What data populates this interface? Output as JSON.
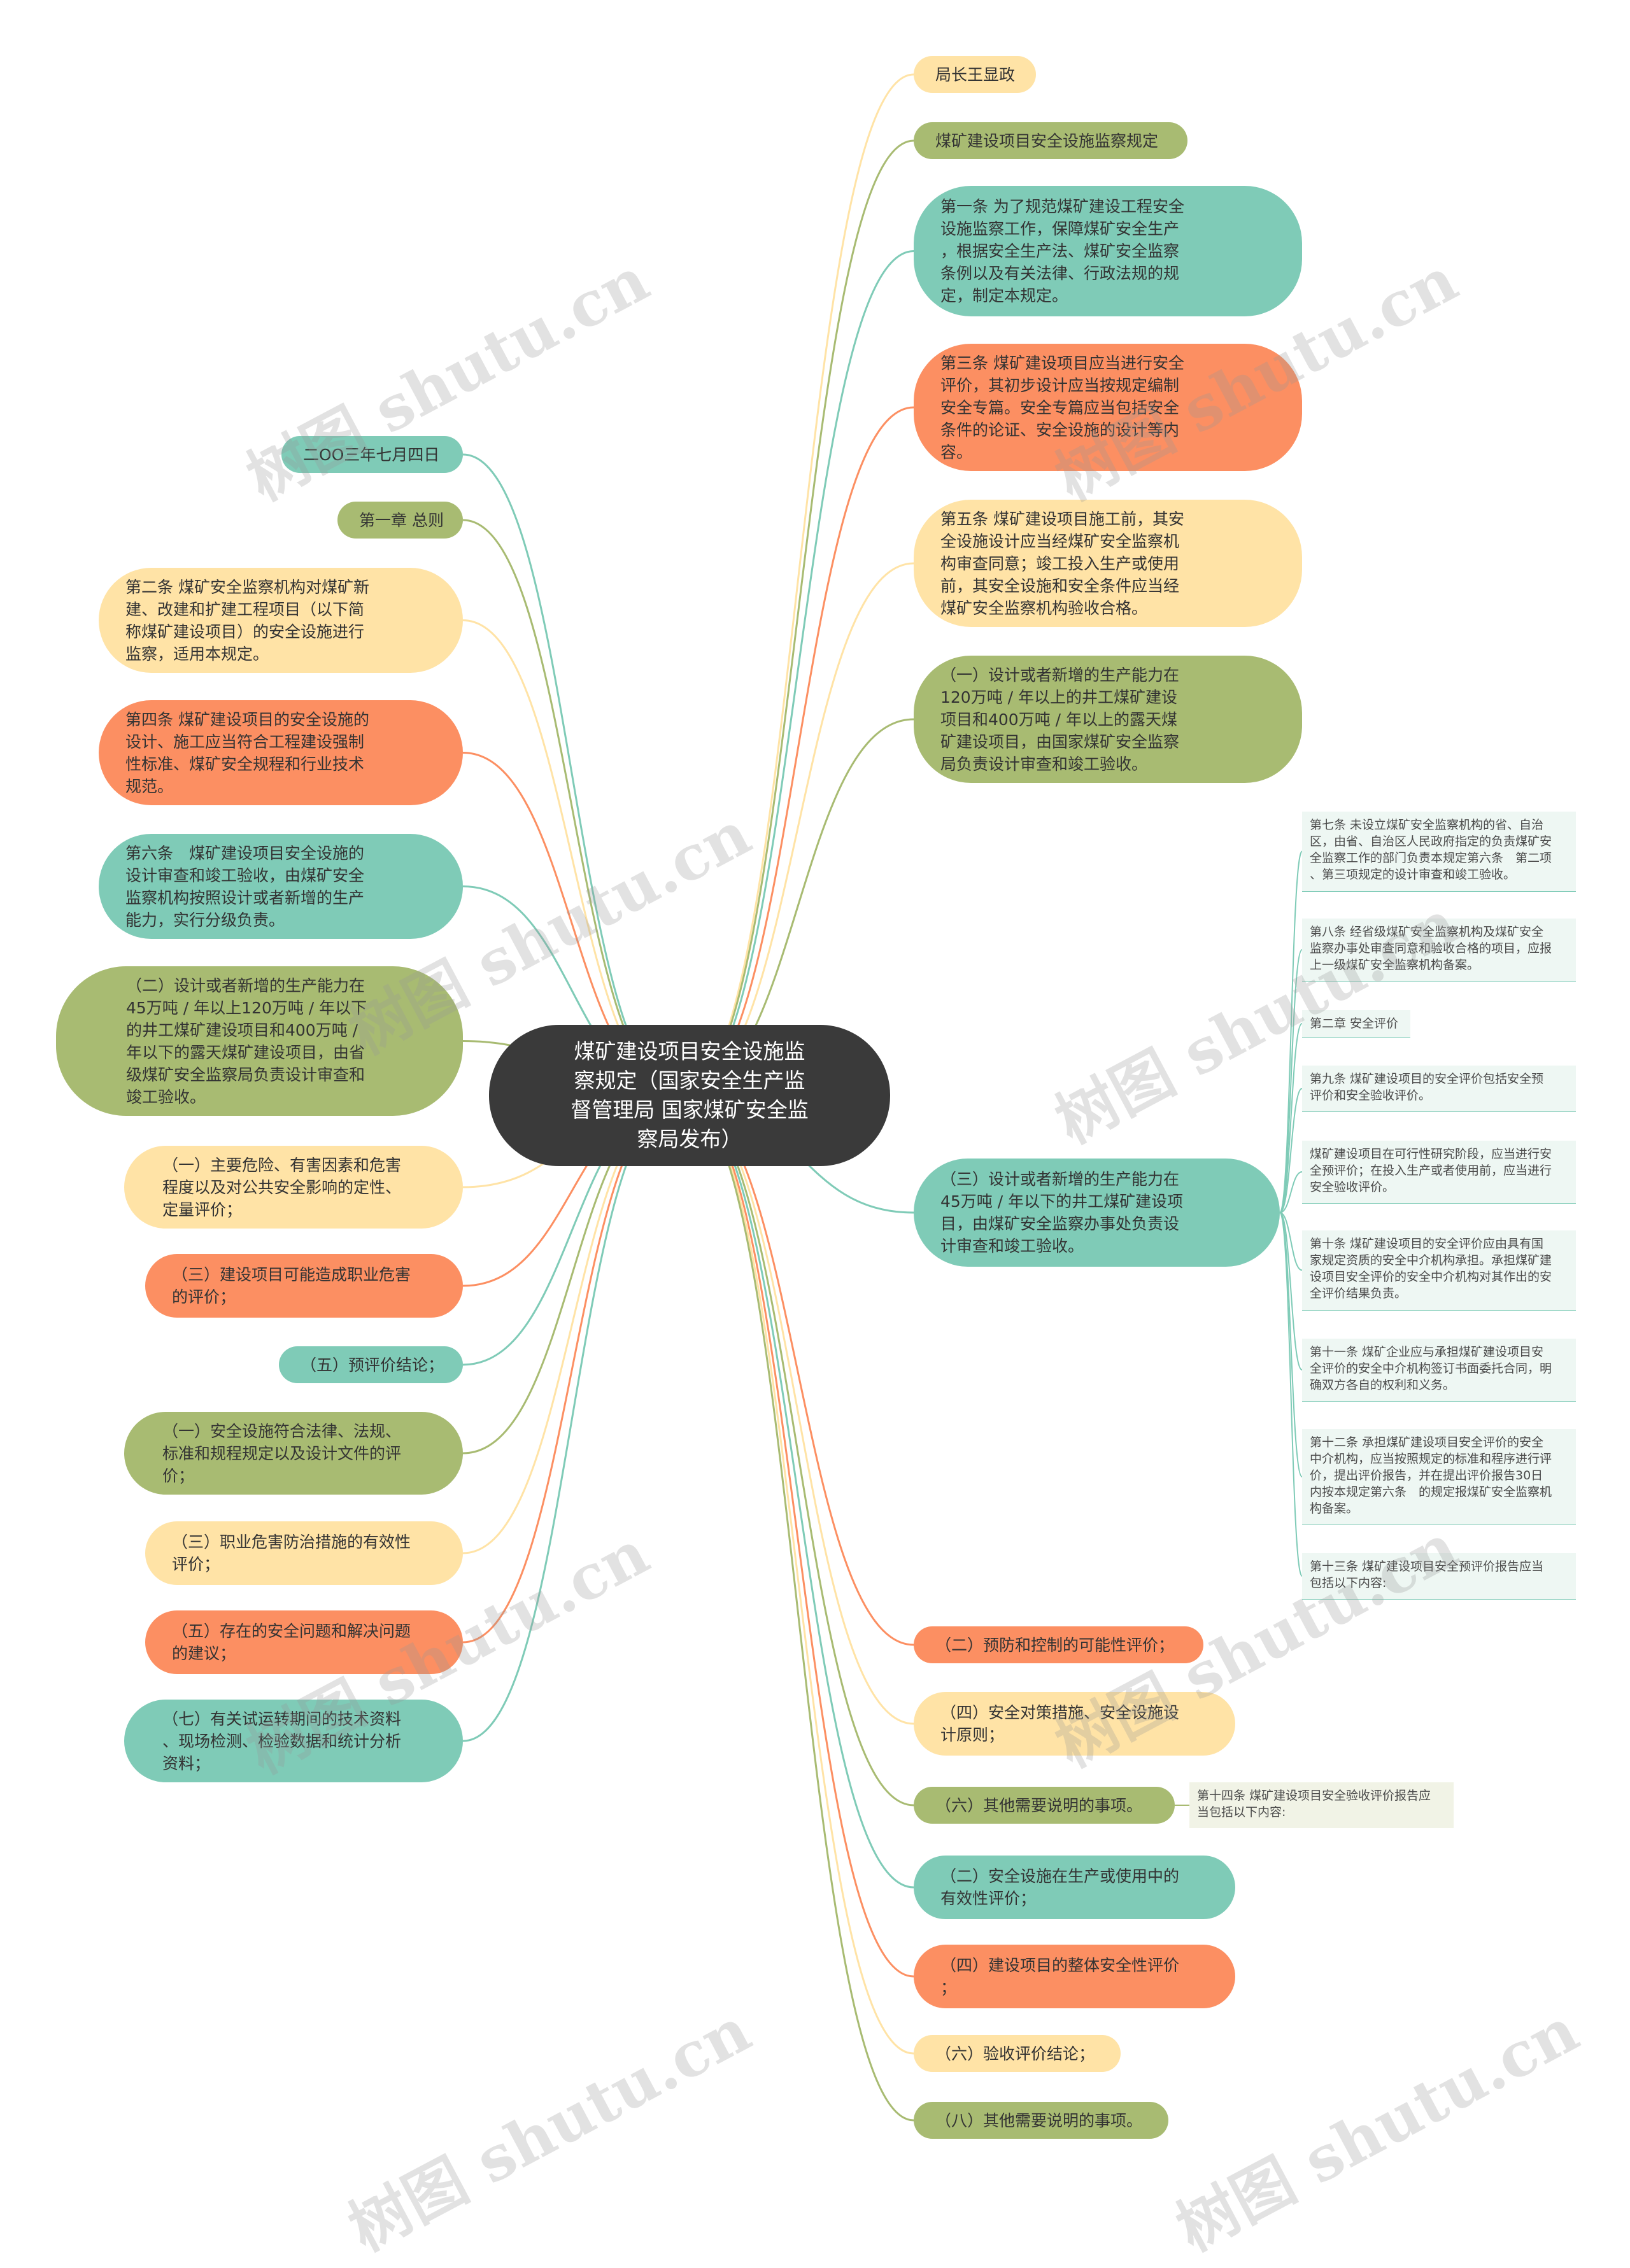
{
  "root": {
    "label": "煤矿建设项目安全设施监\n察规定（国家安全生产监\n督管理局 国家煤矿安全监\n察局发布）"
  },
  "watermark": "树图 shutu.cn",
  "colors": {
    "teal": "#7fcbb7",
    "olive": "#a8bb72",
    "peach": "#ffe3a6",
    "orange": "#fc8f62",
    "root": "#3a3a3a"
  },
  "right_nodes": [
    {
      "label": "局长王显政"
    },
    {
      "label": "煤矿建设项目安全设施监察规定"
    },
    {
      "label": "第一条 为了规范煤矿建设工程安全\n设施监察工作，保障煤矿安全生产\n，根据安全生产法、煤矿安全监察\n条例以及有关法律、行政法规的规\n定，制定本规定。"
    },
    {
      "label": "第三条 煤矿建设项目应当进行安全\n评价，其初步设计应当按规定编制\n安全专篇。安全专篇应当包括安全\n条件的论证、安全设施的设计等内\n容。"
    },
    {
      "label": "第五条 煤矿建设项目施工前，其安\n全设施设计应当经煤矿安全监察机\n构审查同意；竣工投入生产或使用\n前，其安全设施和安全条件应当经\n煤矿安全监察机构验收合格。"
    },
    {
      "label": "（一）设计或者新增的生产能力在\n120万吨 / 年以上的井工煤矿建设\n项目和400万吨 / 年以上的露天煤\n矿建设项目，由国家煤矿安全监察\n局负责设计审查和竣工验收。"
    },
    {
      "label": "（三）设计或者新增的生产能力在\n45万吨 / 年以下的井工煤矿建设项\n目，由煤矿安全监察办事处负责设\n计审查和竣工验收。"
    },
    {
      "label": "（二）预防和控制的可能性评价；"
    },
    {
      "label": "（四）安全对策措施、安全设施设\n计原则；"
    },
    {
      "label": "（六）其他需要说明的事项。"
    },
    {
      "label": "（二）安全设施在生产或使用中的\n有效性评价；"
    },
    {
      "label": "（四）建设项目的整体安全性评价\n；"
    },
    {
      "label": "（六）验收评价结论；"
    },
    {
      "label": "（八）其他需要说明的事项。"
    }
  ],
  "left_nodes": [
    {
      "label": "二OO三年七月四日"
    },
    {
      "label": "第一章 总则"
    },
    {
      "label": "第二条 煤矿安全监察机构对煤矿新\n建、改建和扩建工程项目（以下简\n称煤矿建设项目）的安全设施进行\n监察，适用本规定。"
    },
    {
      "label": "第四条 煤矿建设项目的安全设施的\n设计、施工应当符合工程建设强制\n性标准、煤矿安全规程和行业技术\n规范。"
    },
    {
      "label": "第六条　煤矿建设项目安全设施的\n设计审查和竣工验收，由煤矿安全\n监察机构按照设计或者新增的生产\n能力，实行分级负责。"
    },
    {
      "label": "（二）设计或者新增的生产能力在\n45万吨 / 年以上120万吨 / 年以下\n的井工煤矿建设项目和400万吨 /\n年以下的露天煤矿建设项目，由省\n级煤矿安全监察局负责设计审查和\n竣工验收。"
    },
    {
      "label": "（一）主要危险、有害因素和危害\n程度以及对公共安全影响的定性、\n定量评价；"
    },
    {
      "label": "（三）建设项目可能造成职业危害\n的评价；"
    },
    {
      "label": "（五）预评价结论；"
    },
    {
      "label": "（一）安全设施符合法律、法规、\n标准和规程规定以及设计文件的评\n价；"
    },
    {
      "label": "（三）职业危害防治措施的有效性\n评价；"
    },
    {
      "label": "（五）存在的安全问题和解决问题\n的建议；"
    },
    {
      "label": "（七）有关试运转期间的技术资料\n、现场检测、检验数据和统计分析\n资料；"
    }
  ],
  "sub_leaves": [
    {
      "label": "第七条 未设立煤矿安全监察机构的省、自治\n区，由省、自治区人民政府指定的负责煤矿安\n全监察工作的部门负责本规定第六条　第二项\n、第三项规定的设计审查和竣工验收。"
    },
    {
      "label": "第八条 经省级煤矿安全监察机构及煤矿安全\n监察办事处审查同意和验收合格的项目，应报\n上一级煤矿安全监察机构备案。"
    },
    {
      "label": "第二章 安全评价"
    },
    {
      "label": "第九条 煤矿建设项目的安全评价包括安全预\n评价和安全验收评价。"
    },
    {
      "label": "煤矿建设项目在可行性研究阶段，应当进行安\n全预评价；在投入生产或者使用前，应当进行\n安全验收评价。"
    },
    {
      "label": "第十条 煤矿建设项目的安全评价应由具有国\n家规定资质的安全中介机构承担。承担煤矿建\n设项目安全评价的安全中介机构对其作出的安\n全评价结果负责。"
    },
    {
      "label": "第十一条 煤矿企业应与承担煤矿建设项目安\n全评价的安全中介机构签订书面委托合同，明\n确双方各自的权利和义务。"
    },
    {
      "label": "第十二条 承担煤矿建设项目安全评价的安全\n中介机构，应当按照规定的标准和程序进行评\n价，提出评价报告，并在提出评价报告30日\n内按本规定第六条　的规定报煤矿安全监察机\n构备案。"
    },
    {
      "label": "第十三条 煤矿建设项目安全预评价报告应当\n包括以下内容:"
    }
  ],
  "sub_leaf_14": {
    "label": "第十四条 煤矿建设项目安全验收评价报告应\n当包括以下内容:"
  }
}
